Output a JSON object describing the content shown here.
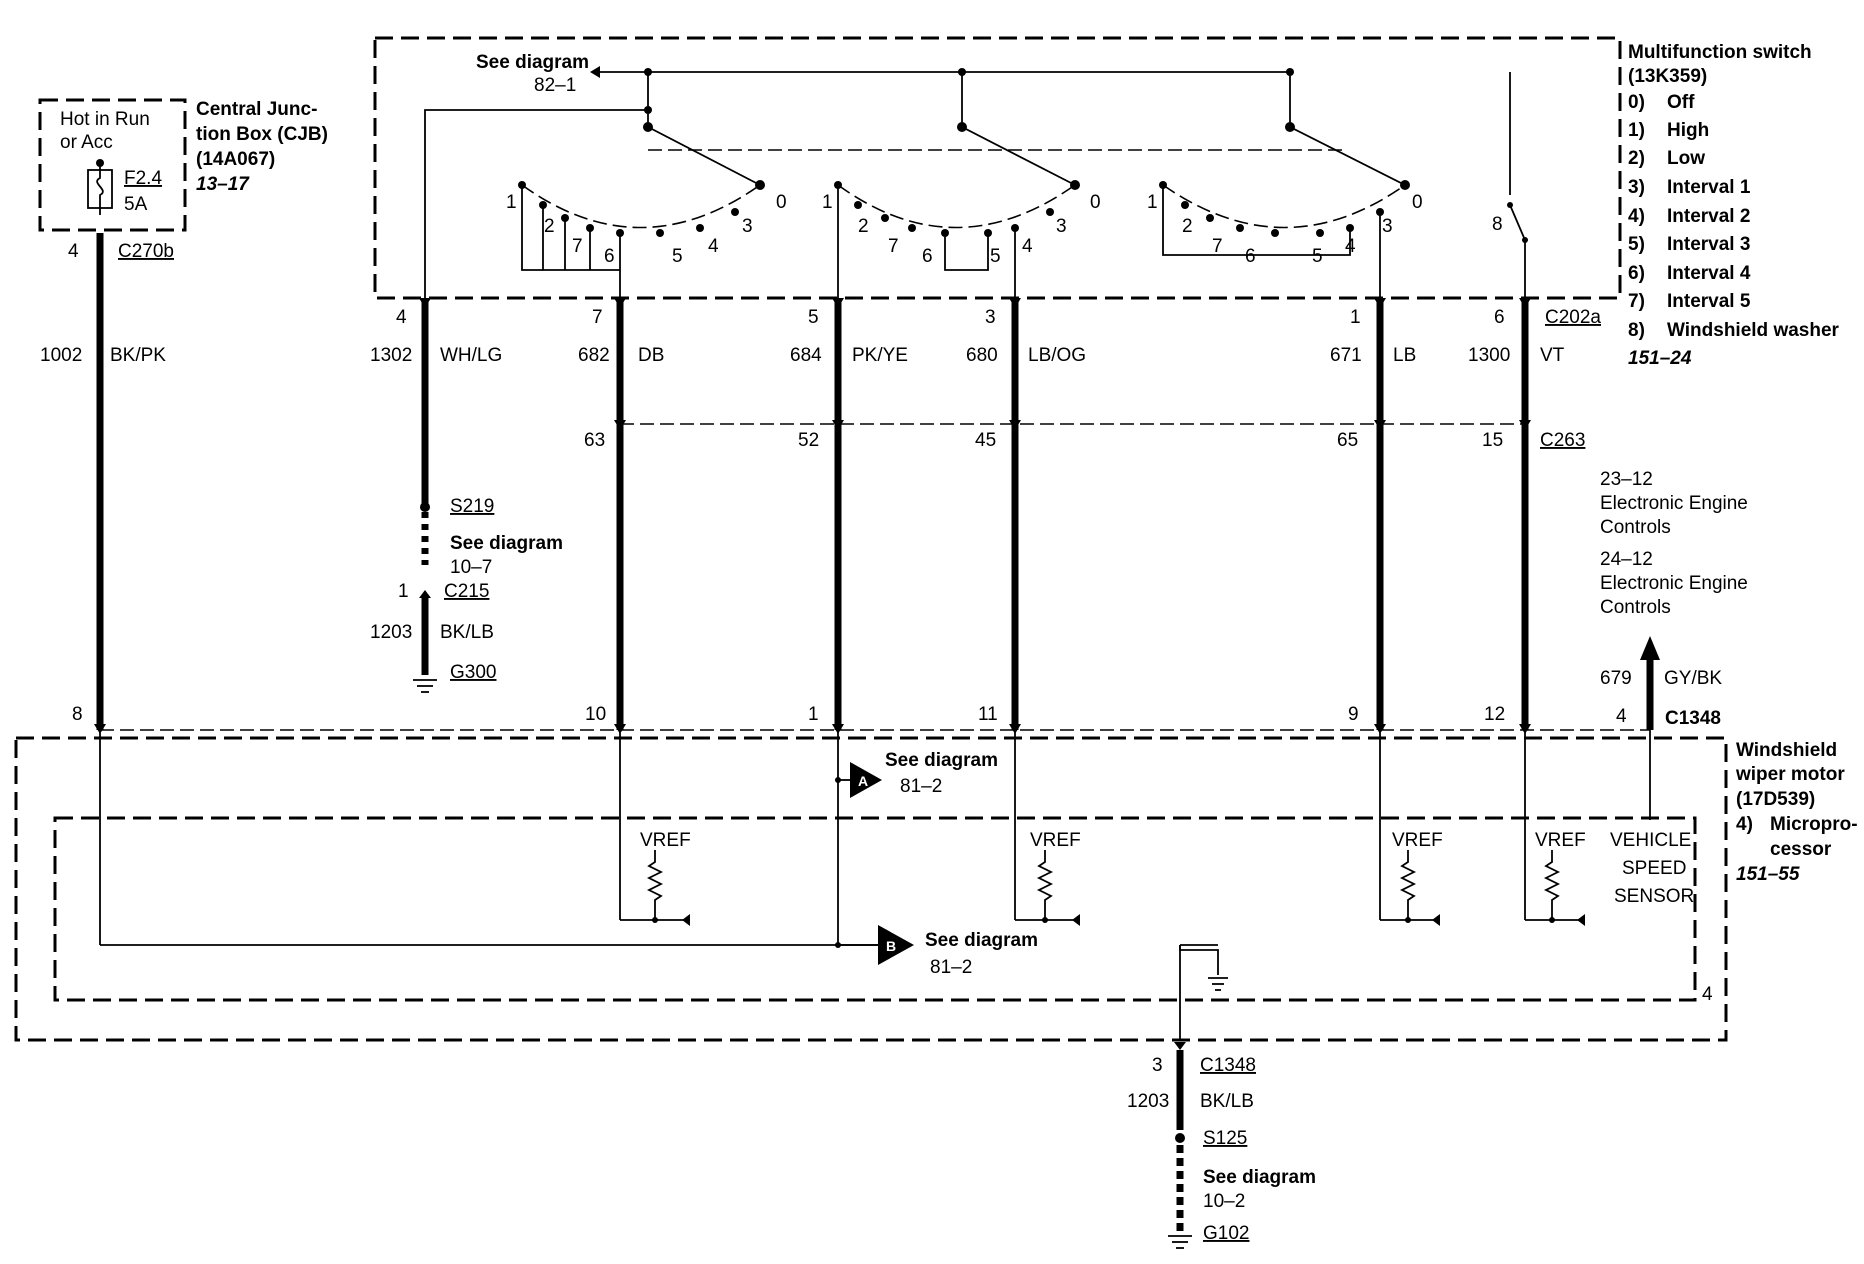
{
  "cjb": {
    "hot": [
      "Hot in Run",
      "or Acc"
    ],
    "fuse": "F2.4",
    "amps": "5A",
    "title": [
      "Central Junc-",
      "tion Box (CJB)",
      "(14A067)"
    ],
    "ref": "13–17"
  },
  "multifunction_switch": {
    "see_diagram": "See diagram",
    "see_ref": "82–1",
    "title": [
      "Multifunction switch",
      "(13K359)"
    ],
    "legend_nums": [
      "0)",
      "1)",
      "2)",
      "3)",
      "4)",
      "5)",
      "6)",
      "7)",
      "8)"
    ],
    "legend_text": [
      "Off",
      "High",
      "Low",
      "Interval 1",
      "Interval 2",
      "Interval 3",
      "Interval 4",
      "Interval 5",
      "Windshield washer"
    ],
    "ref": "151–24",
    "wafer1": [
      "1",
      "2",
      "7",
      "6",
      "5",
      "4",
      "3",
      "0"
    ],
    "wafer2": [
      "1",
      "2",
      "7",
      "6",
      "5",
      "4",
      "3",
      "0"
    ],
    "wafer3": [
      "1",
      "2",
      "7",
      "6",
      "5",
      "4",
      "3",
      "0"
    ],
    "washer_pos": "8"
  },
  "connectors": {
    "c270b": "C270b",
    "c202a": "C202a",
    "c263": "C263",
    "c1348": "C1348",
    "c215": "C215"
  },
  "wires": [
    {
      "pin_top": "4",
      "circuit": "1002",
      "color": "BK/PK",
      "pin_bottom": "8"
    },
    {
      "pin_top": "4",
      "circuit": "1302",
      "color": "WH/LG"
    },
    {
      "pin_top": "7",
      "circuit": "682",
      "color": "DB",
      "pin_mid": "63",
      "pin_bottom": "10"
    },
    {
      "pin_top": "5",
      "circuit": "684",
      "color": "PK/YE",
      "pin_mid": "52",
      "pin_bottom": "1"
    },
    {
      "pin_top": "3",
      "circuit": "680",
      "color": "LB/OG",
      "pin_mid": "45",
      "pin_bottom": "11"
    },
    {
      "pin_top": "1",
      "circuit": "671",
      "color": "LB",
      "pin_mid": "65",
      "pin_bottom": "9"
    },
    {
      "pin_top": "6",
      "circuit": "1300",
      "color": "VT",
      "pin_mid": "15",
      "pin_bottom": "12"
    },
    {
      "circuit": "679",
      "color": "GY/BK",
      "pin_bottom": "4"
    }
  ],
  "ground_left": {
    "splice": "S219",
    "see": "See diagram",
    "ref": "10–7",
    "pin": "1",
    "circuit": "1203",
    "color": "BK/LB",
    "ground": "G300"
  },
  "eec": {
    "ref1": "23–12",
    "label1": [
      "Electronic Engine",
      "Controls"
    ],
    "ref2": "24–12",
    "label2": [
      "Electronic Engine",
      "Controls"
    ]
  },
  "wiper_motor": {
    "title": [
      "Windshield",
      "wiper motor",
      "(17D539)"
    ],
    "sub_num": "4)",
    "sub_label": [
      "Micropro-",
      "cessor"
    ],
    "ref": "151–55",
    "vref": "VREF",
    "vss": [
      "VEHICLE",
      "SPEED",
      "SENSOR"
    ],
    "see_a": "See diagram",
    "ref_a": "81–2",
    "marker_a": "A",
    "see_b": "See diagram",
    "ref_b": "81–2",
    "marker_b": "B",
    "box_num": "4"
  },
  "ground_bottom": {
    "pin": "3",
    "connector": "C1348",
    "circuit": "1203",
    "color": "BK/LB",
    "splice": "S125",
    "see": "See diagram",
    "ref": "10–2",
    "ground": "G102"
  }
}
